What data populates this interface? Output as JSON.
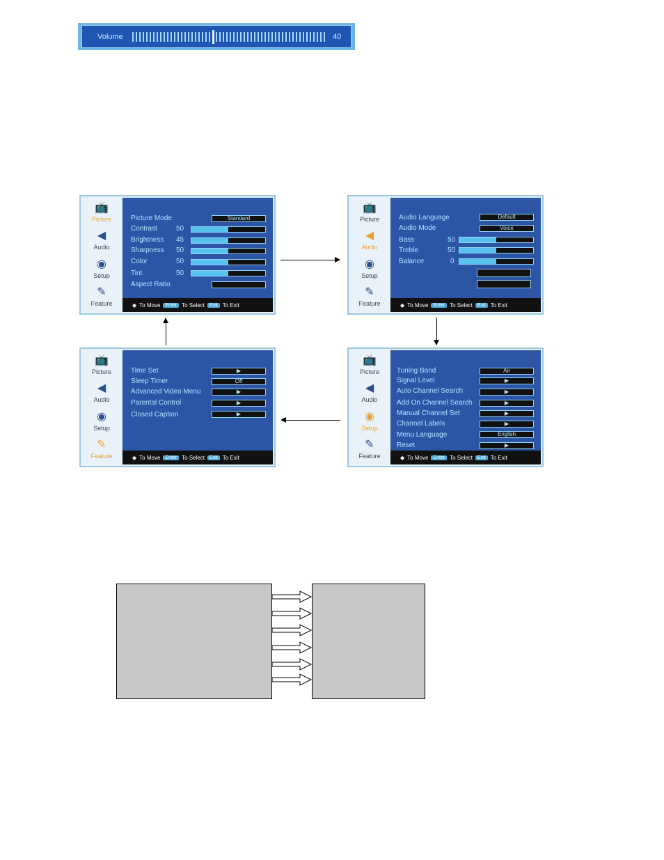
{
  "volume": {
    "label": "Volume",
    "value": "40",
    "level": 0.4
  },
  "footer": {
    "move": "To Move",
    "enter": "Enter",
    "select": "To Select",
    "exit_key": "Exit",
    "exit": "To Exit"
  },
  "tabs": {
    "picture": "Picture",
    "audio": "Audio",
    "setup": "Setup",
    "feature": "Feature"
  },
  "picture_menu": {
    "items": [
      {
        "label": "Picture Mode",
        "value": "Standard"
      },
      {
        "label": "Contrast",
        "value": "50",
        "level": 0.5
      },
      {
        "label": "Brightness",
        "value": "45",
        "level": 0.5
      },
      {
        "label": "Sharpness",
        "value": "50",
        "level": 0.5
      },
      {
        "label": "Color",
        "value": "50",
        "level": 0.5
      },
      {
        "label": "Tint",
        "value": "50",
        "level": 0.5
      },
      {
        "label": "Aspect Ratio",
        "value": ""
      }
    ]
  },
  "audio_menu": {
    "items": [
      {
        "label": "Audio Language",
        "value": "Default"
      },
      {
        "label": "Audio Mode",
        "value": "Voice"
      },
      {
        "label": "Bass",
        "value": "50",
        "level": 0.5
      },
      {
        "label": "Treble",
        "value": "50",
        "level": 0.5
      },
      {
        "label": "Balance",
        "value": "0",
        "level": 0.5
      }
    ]
  },
  "feature_menu": {
    "items": [
      {
        "label": "Time Set",
        "value": "▶"
      },
      {
        "label": "Sleep Timer",
        "value": "Off"
      },
      {
        "label": "Advanced Video Menu",
        "value": "▶"
      },
      {
        "label": "Parental Control",
        "value": "▶"
      },
      {
        "label": "Closed Caption",
        "value": "▶"
      }
    ]
  },
  "setup_menu": {
    "items": [
      {
        "label": "Tuning Band",
        "value": "Air"
      },
      {
        "label": "Signal Level",
        "value": "▶"
      },
      {
        "label": "Auto Channel Search",
        "value": "▶"
      },
      {
        "label": "Add On Channel Search",
        "value": "▶"
      },
      {
        "label": "Manual Channel Set",
        "value": "▶"
      },
      {
        "label": "Channel Labels",
        "value": "▶"
      },
      {
        "label": "Menu Language",
        "value": "English"
      },
      {
        "label": "Reset",
        "value": "▶"
      }
    ]
  },
  "colors": {
    "menu_bg": "#2d55a6",
    "accent": "#58c1ee",
    "active_tab": "#e8a33a"
  },
  "icons": {
    "picture": "tv-icon",
    "audio": "speaker-icon",
    "setup": "satellite-dish-icon",
    "feature": "tools-icon"
  }
}
